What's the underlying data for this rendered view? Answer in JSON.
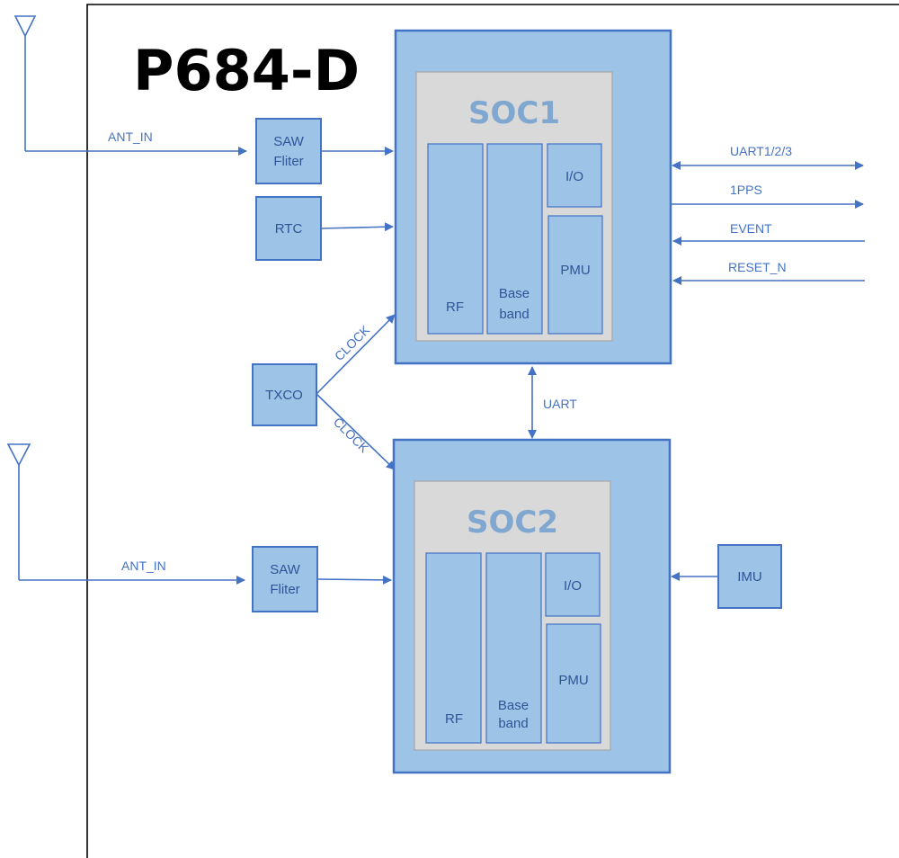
{
  "title": "P684-D",
  "soc1": {
    "title": "SOC1",
    "rf": "RF",
    "baseband": [
      "Base",
      "band"
    ],
    "io": "I/O",
    "pmu": "PMU"
  },
  "soc2": {
    "title": "SOC2",
    "rf": "RF",
    "baseband": [
      "Base",
      "band"
    ],
    "io": "I/O",
    "pmu": "PMU"
  },
  "blocks": {
    "saw1": [
      "SAW",
      "Fliter"
    ],
    "saw2": [
      "SAW",
      "Fliter"
    ],
    "rtc": "RTC",
    "txco": "TXCO",
    "imu": "IMU"
  },
  "signals": {
    "ant_in_1": "ANT_IN",
    "ant_in_2": "ANT_IN",
    "uart123": "UART1/2/3",
    "pps": "1PPS",
    "event": "EVENT",
    "reset": "RESET_N",
    "uart": "UART",
    "clock1": "CLOCK",
    "clock2": "CLOCK"
  },
  "colors": {
    "block_fill": "#9dc3e6",
    "line": "#4472c4",
    "inner_fill": "#d9d9d9"
  }
}
